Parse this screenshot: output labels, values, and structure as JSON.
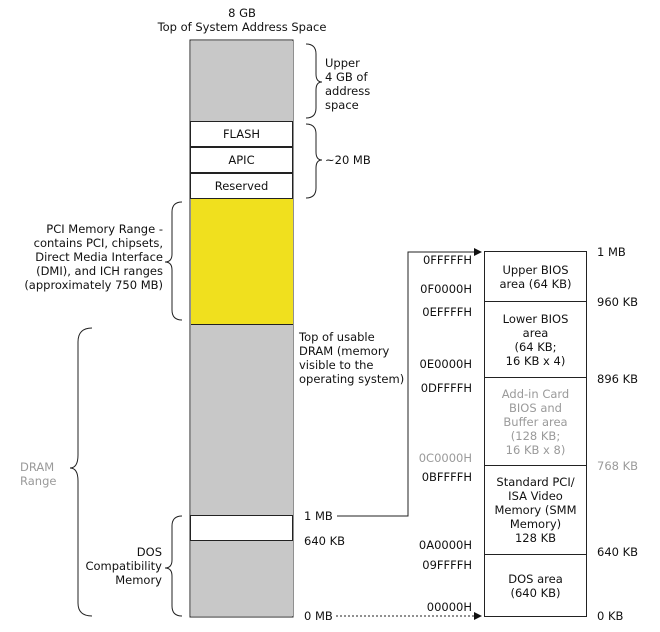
{
  "title": {
    "line1": "8 GB",
    "line2": "Top of System Address Space"
  },
  "left_column": {
    "flash": "FLASH",
    "apic": "APIC",
    "reserved": "Reserved"
  },
  "annotations": {
    "upper_4gb": "Upper\n4 GB of\naddress\nspace",
    "approx_20mb": "~20 MB",
    "pci_memory_range": "PCI Memory Range -\ncontains PCI, chipsets,\nDirect Media Interface\n(DMI), and ICH ranges\n(approximately 750 MB)",
    "top_usable_dram": "Top of usable\nDRAM (memory\nvisible to the\noperating system)",
    "dram_range": "DRAM\nRange",
    "dos_compat": "DOS\nCompatibility\nMemory",
    "left_1mb": "1 MB",
    "left_640kb": "640 KB",
    "left_0mb": "0 MB"
  },
  "right_column": {
    "cells": [
      {
        "label": "Upper BIOS\narea (64 KB)",
        "faded": false
      },
      {
        "label": "Lower BIOS\narea\n(64 KB;\n16 KB x 4)",
        "faded": false
      },
      {
        "label": "Add-in Card\nBIOS and\nBuffer area\n(128 KB;\n16 KB x 8)",
        "faded": true
      },
      {
        "label": "Standard PCI/\nISA Video\nMemory (SMM\nMemory)\n128 KB",
        "faded": false
      },
      {
        "label": "DOS area\n(640  KB)",
        "faded": false
      }
    ],
    "hex_addresses": [
      {
        "label": "0FFFFFH",
        "faded": false
      },
      {
        "label": "0F0000H",
        "faded": false
      },
      {
        "label": "0EFFFFH",
        "faded": false
      },
      {
        "label": "0E0000H",
        "faded": false
      },
      {
        "label": "0DFFFFH",
        "faded": false
      },
      {
        "label": "0C0000H",
        "faded": true
      },
      {
        "label": "0BFFFFH",
        "faded": false
      },
      {
        "label": "0A0000H",
        "faded": false
      },
      {
        "label": "09FFFFH",
        "faded": false
      },
      {
        "label": "00000H",
        "faded": false
      }
    ],
    "sizes": [
      {
        "label": "1 MB",
        "faded": false
      },
      {
        "label": "960 KB",
        "faded": false
      },
      {
        "label": "896 KB",
        "faded": false
      },
      {
        "label": "768 KB",
        "faded": true
      },
      {
        "label": "640 KB",
        "faded": false
      },
      {
        "label": "0 KB",
        "faded": false
      }
    ]
  },
  "colors": {
    "gray_block": "#c8c8c8",
    "yellow_block": "#f0e01e",
    "faded_text": "#9a9a9a"
  }
}
